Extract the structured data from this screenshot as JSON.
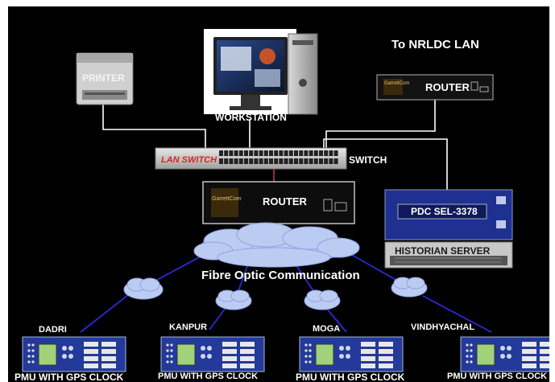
{
  "nodes": {
    "printer": "PRINTER",
    "workstation": "WORKSTATION",
    "nrldc_lan": "To NRLDC LAN",
    "router_top": "ROUTER",
    "lan_switch": "LAN SWITCH",
    "switch": "SWITCH",
    "router_mid": "ROUTER",
    "pdc": "PDC SEL-3378",
    "historian": "HISTORIAN SERVER",
    "fibre": "Fibre Optic Communication",
    "brand": "GarrettCom"
  },
  "pmus": [
    {
      "site": "DADRI",
      "caption": "PMU WITH GPS CLOCK"
    },
    {
      "site": "KANPUR",
      "caption": "PMU WITH GPS CLOCK"
    },
    {
      "site": "MOGA",
      "caption": "PMU WITH GPS CLOCK"
    },
    {
      "site": "VINDHYACHAL",
      "caption": "PMU WITH GPS CLOCK"
    }
  ],
  "colors": {
    "background": "#000000",
    "cable_white": "#ffffff",
    "cable_blue": "#2222dd",
    "cloud": "#b8c8f2",
    "pdc_panel": "#1e2f8a",
    "pmu_panel": "#243a9a",
    "lan_switch_text": "#e02020"
  }
}
